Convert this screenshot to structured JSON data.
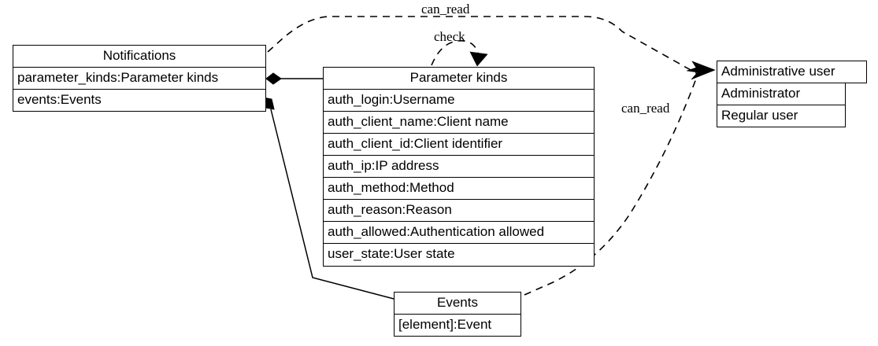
{
  "diagram": {
    "type": "uml-class-diagram",
    "background_color": "#ffffff",
    "line_color": "#000000",
    "classes": [
      {
        "id": "notifications",
        "title": "Notifications",
        "attributes": [
          "parameter_kinds:Parameter kinds",
          "events:Events"
        ]
      },
      {
        "id": "parameter_kinds",
        "title": "Parameter kinds",
        "attributes": [
          "auth_login:Username",
          "auth_client_name:Client name",
          "auth_client_id:Client identifier",
          "auth_ip:IP address",
          "auth_method:Method",
          "auth_reason:Reason",
          "auth_allowed:Authentication allowed",
          "user_state:User state"
        ]
      },
      {
        "id": "administrative_user",
        "title": "Administrative user",
        "attributes": [
          "Administrator",
          "Regular user"
        ]
      },
      {
        "id": "events",
        "title": "Events",
        "attributes": [
          "[element]:Event"
        ]
      }
    ],
    "edges": [
      {
        "id": "edge-can-read-top",
        "label": "can_read",
        "from": "notifications",
        "to": "administrative_user",
        "style": "dashed",
        "arrow": "open-arrow"
      },
      {
        "id": "edge-check",
        "label": "check",
        "from": "parameter_kinds",
        "to": "parameter_kinds",
        "style": "dashed",
        "arrow": "open-arrow"
      },
      {
        "id": "edge-can-read-mid",
        "label": "can_read",
        "from": "events",
        "to": "administrative_user",
        "style": "dashed",
        "arrow": "open-arrow"
      },
      {
        "id": "edge-composition-parameter-kinds",
        "label": "",
        "from": "notifications",
        "to": "parameter_kinds",
        "style": "solid",
        "arrow": "filled-diamond"
      },
      {
        "id": "edge-composition-events",
        "label": "",
        "from": "notifications",
        "to": "events",
        "style": "solid",
        "arrow": "filled-diamond"
      }
    ]
  }
}
